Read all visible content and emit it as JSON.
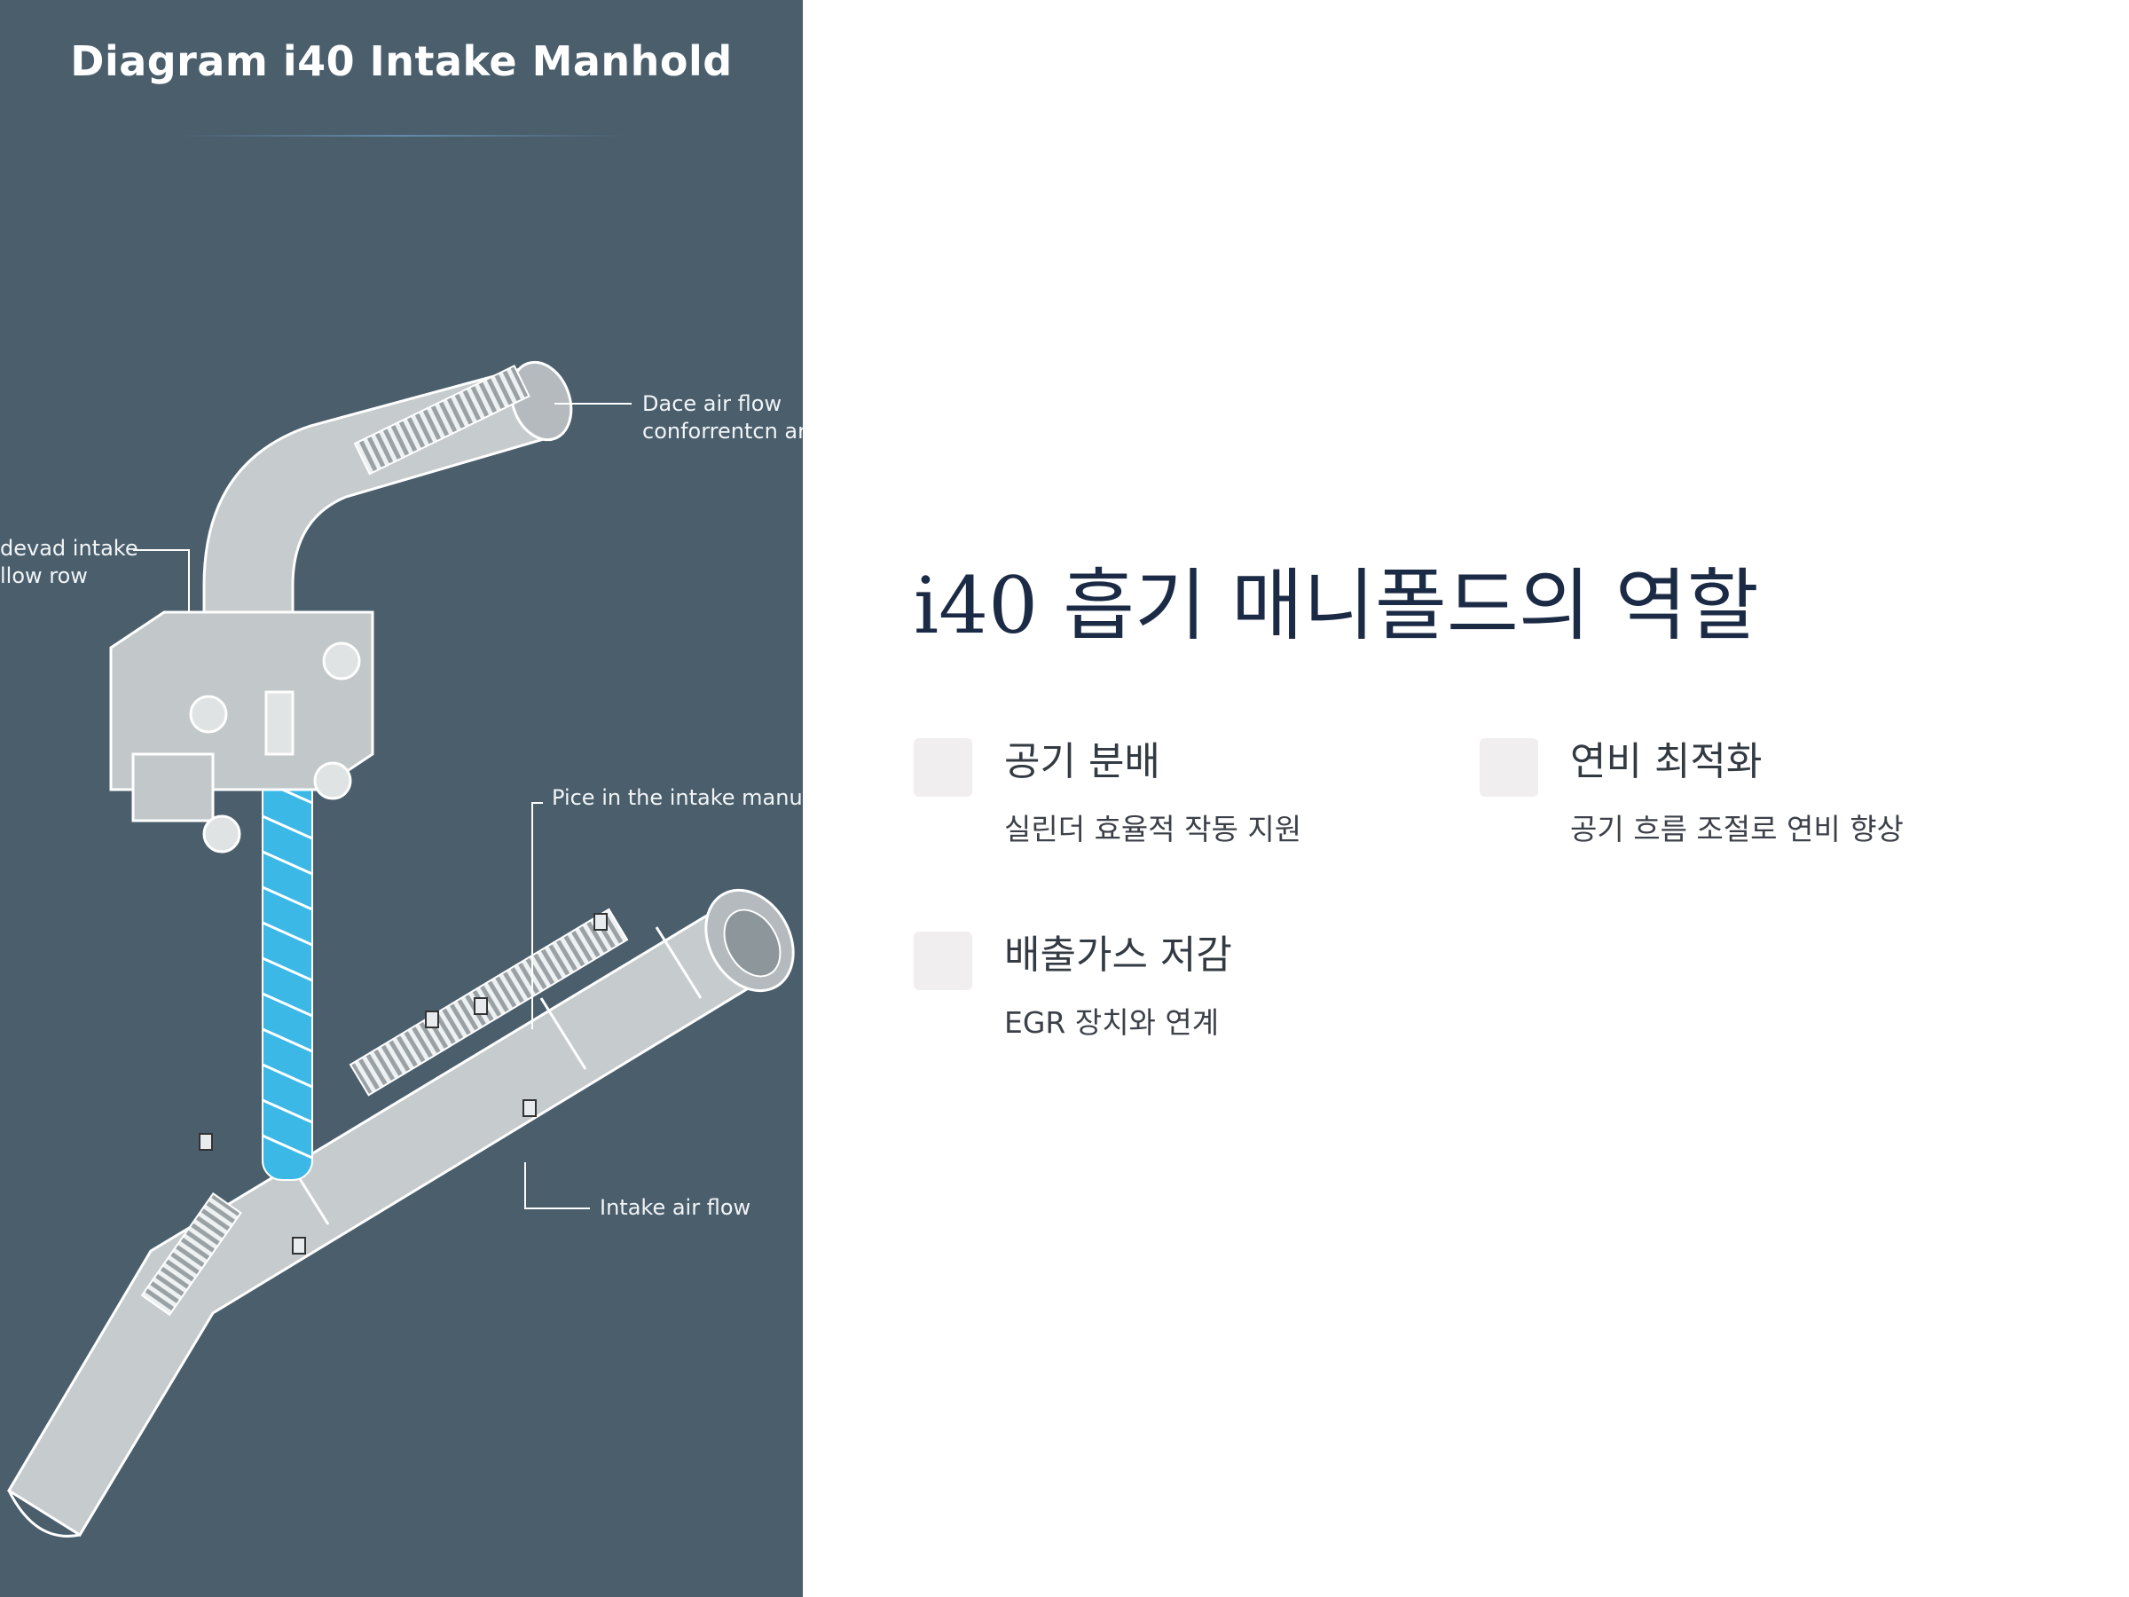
{
  "diagram": {
    "title": "Diagram i40 Intake Manhold",
    "callouts": {
      "top_right_line1": "Dace air flow",
      "top_right_line2": "conforrentcn ar",
      "left_line1": "devad intake",
      "left_line2": "llow row",
      "middle": "Pice in the intake manu",
      "bottom": "Intake air flow"
    },
    "colors": {
      "panel_bg": "#4a5e6c",
      "pipe": "#c8ccce",
      "line": "#ffffff",
      "spring_blue": "#3bb8e6"
    }
  },
  "main": {
    "heading": "i40 흡기 매니폴드의 역할",
    "features": [
      {
        "title": "공기 분배",
        "desc": "실린더 효율적 작동 지원"
      },
      {
        "title": "연비 최적화",
        "desc": "공기 흐름 조절로 연비 향상"
      },
      {
        "title": "배출가스 저감",
        "desc": "EGR 장치와 연계"
      }
    ],
    "colors": {
      "heading": "#1c2b45",
      "icon_bg": "#f0eeee"
    }
  }
}
